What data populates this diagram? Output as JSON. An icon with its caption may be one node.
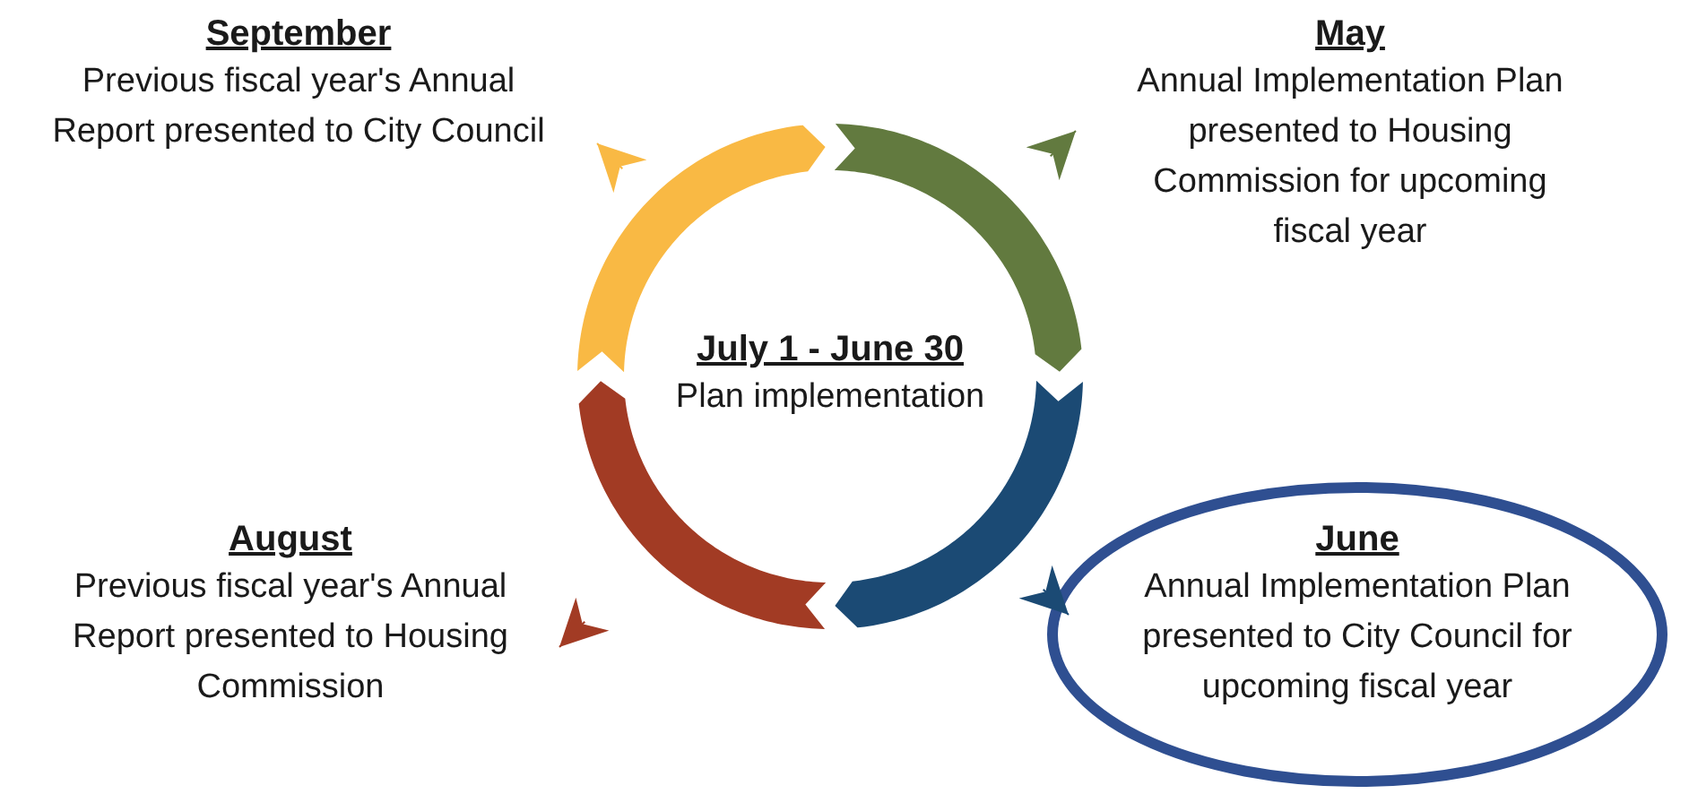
{
  "diagram": {
    "nodes": [
      {
        "text": [
          "September",
          "Previous fiscal year's Annual Report presented to City Council"
        ]
      },
      {
        "text": [
          "May",
          "Annual Implementation Plan presented to Housing Commission for upcoming fiscal year"
        ]
      },
      {
        "text": [
          "July 1 - June 30",
          "Plan implementation"
        ]
      },
      {
        "text": [
          "August",
          "Previous fiscal year's Annual Report presented to Housing Commission"
        ]
      },
      {
        "text": [
          "June",
          "Annual Implementation Plan presented to City Council for upcoming fiscal year"
        ]
      }
    ],
    "edges": [
      {
        "from": null,
        "to": 0,
        "arrow": "to",
        "color": "#f9b944"
      },
      {
        "from": null,
        "to": 1,
        "arrow": "to",
        "color": "#627a3f"
      },
      {
        "from": null,
        "to": 3,
        "arrow": "to",
        "color": "#a23b24"
      },
      {
        "from": null,
        "to": 4,
        "arrow": "to",
        "color": "#1b4a74"
      }
    ]
  }
}
